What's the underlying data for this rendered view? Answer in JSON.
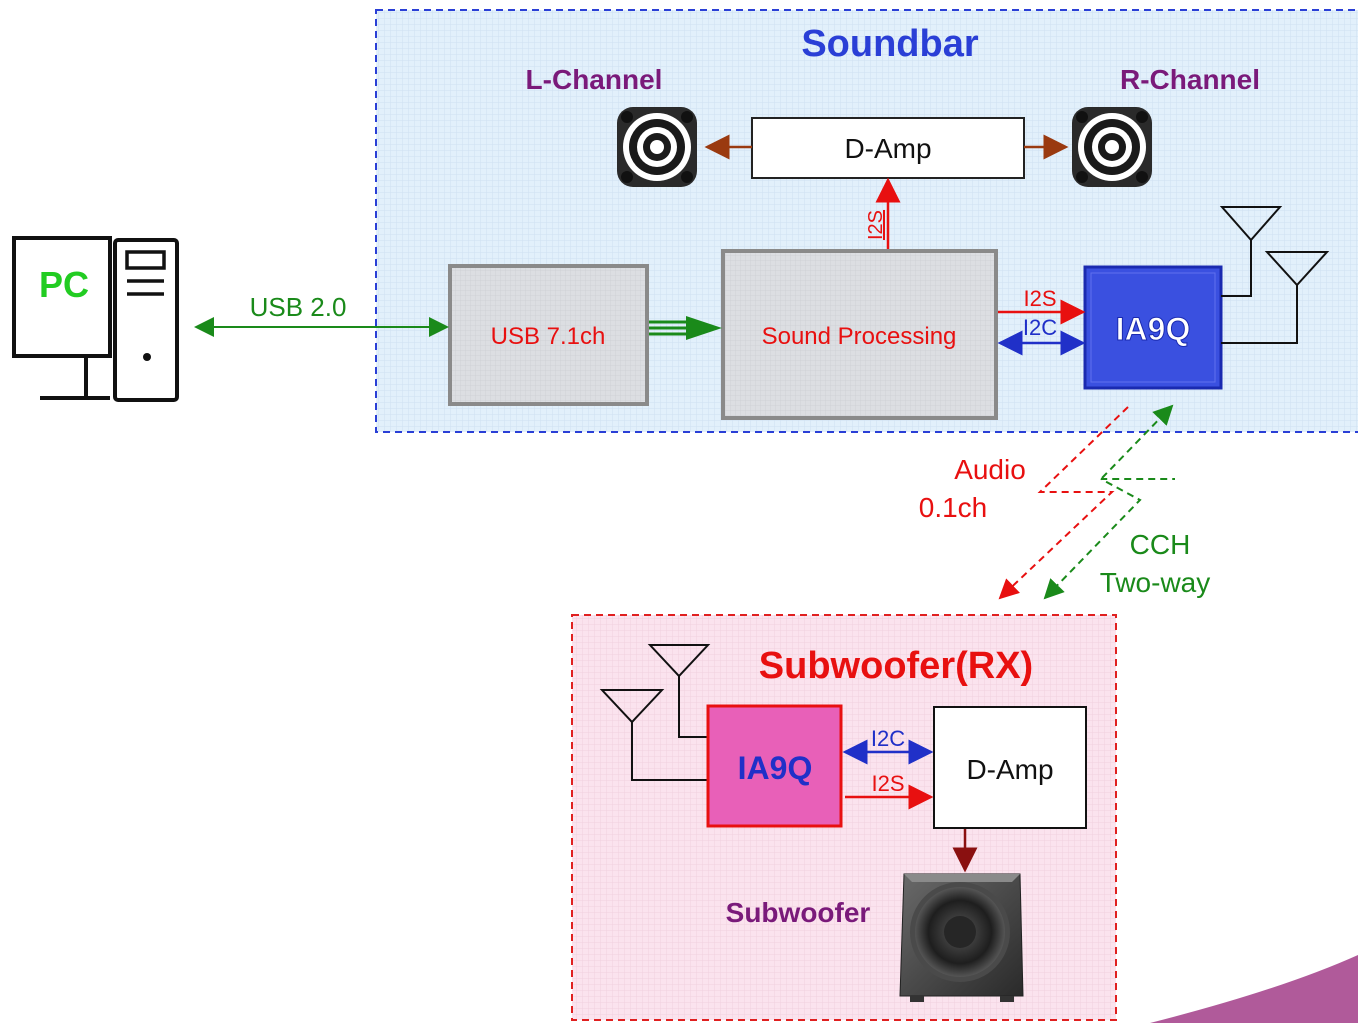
{
  "pc": {
    "label": "PC"
  },
  "links": {
    "usb": "USB 2.0",
    "i2s_top": "I2S",
    "i2s_mid": "I2S",
    "i2c_mid": "I2C",
    "i2c_bottom": "I2C",
    "i2s_bottom": "I2S",
    "audio_line1": "Audio",
    "audio_line2": "0.1ch",
    "cch_line1": "CCH",
    "cch_line2": "Two-way"
  },
  "soundbar": {
    "title": "Soundbar",
    "l_channel": "L-Channel",
    "r_channel": "R-Channel",
    "d_amp": "D-Amp",
    "usb_block": "USB 7.1ch",
    "sound_processing": "Sound Processing",
    "ia9q": "IA9Q"
  },
  "subwoofer_rx": {
    "title": "Subwoofer(RX)",
    "ia9q": "IA9Q",
    "d_amp": "D-Amp",
    "subwoofer_label": "Subwoofer"
  },
  "colors": {
    "soundbar_border": "#2a3fd6",
    "soundbar_fill": "#e2f0fb",
    "subwoofer_border": "#e02020",
    "subwoofer_fill": "#fbe3ee",
    "green": "#1a8a1a",
    "pc_green": "#22cc22",
    "red": "#e81010",
    "blue": "#2030c8",
    "brown": "#9a3a10",
    "purple": "#7a1a7a",
    "ia9q_top_fill": "#3a50e0",
    "ia9q_bottom_fill": "#e860b8"
  }
}
